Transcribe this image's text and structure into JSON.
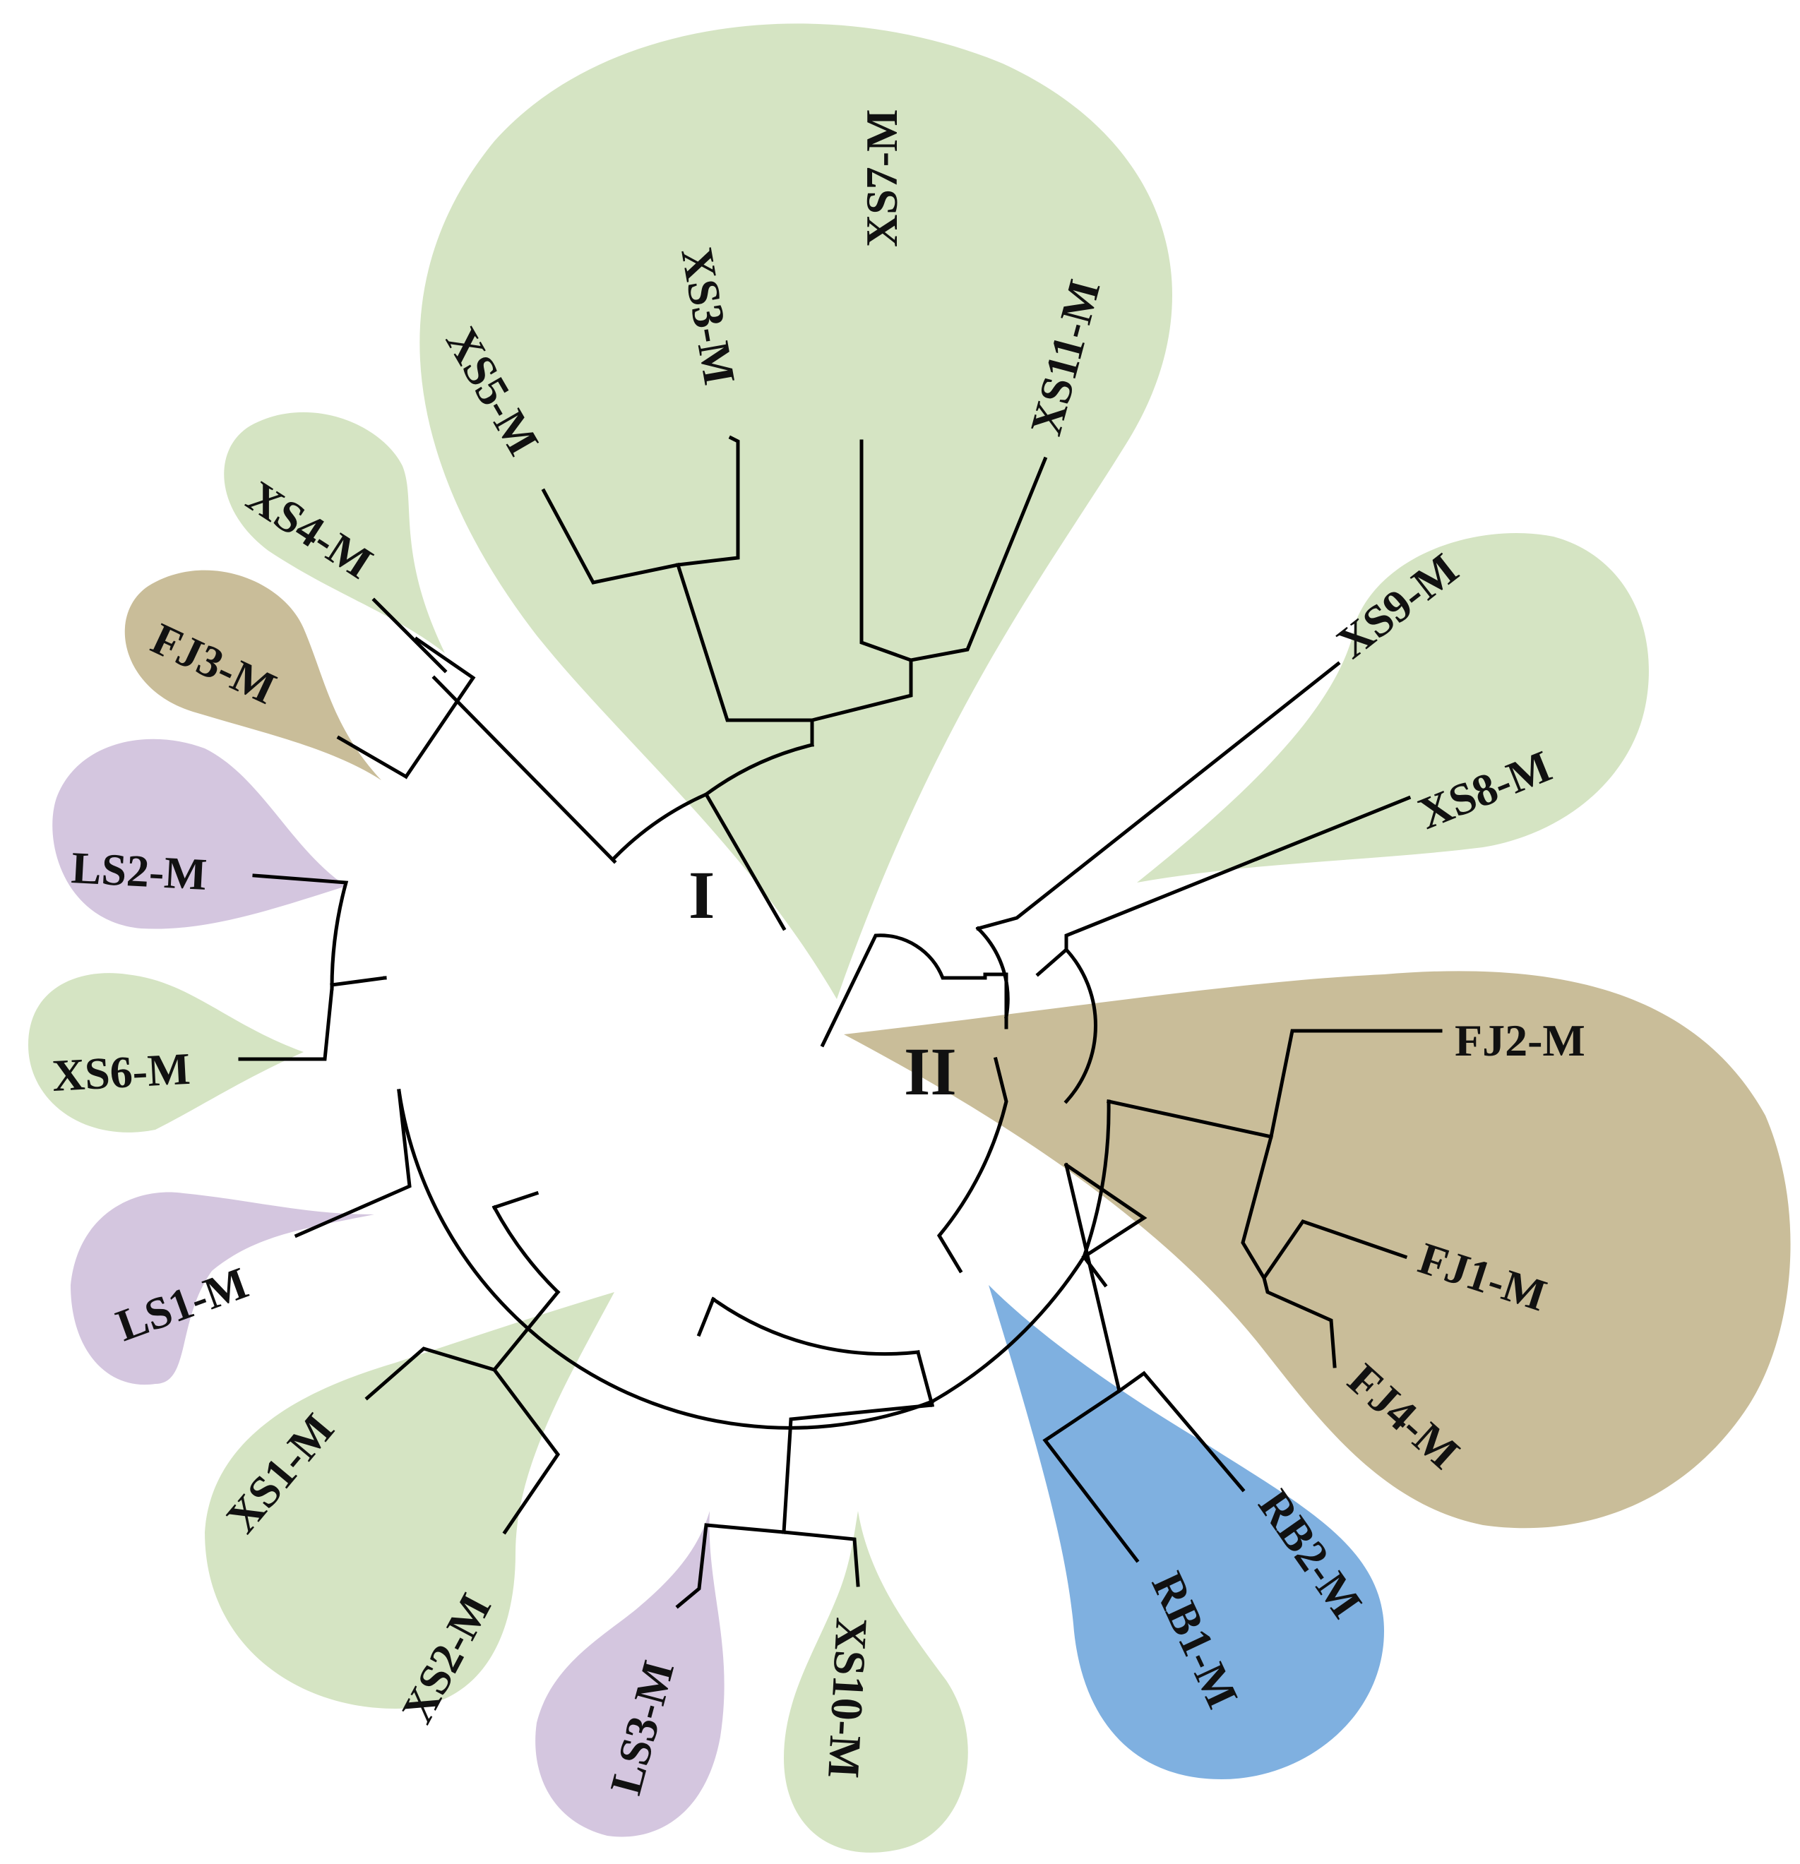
{
  "colors": {
    "green": "#d5e4c3",
    "tan": "#c9bd99",
    "purple": "#d4c6df",
    "blue": "#7fb0e0",
    "branch": "#000000"
  },
  "clades": {
    "I": "I",
    "II": "II"
  },
  "leaves": {
    "XS5": "XS5-M",
    "XS3": "XS3-M",
    "XS7": "XS7-M",
    "XS11": "XS11-M",
    "XS4": "XS4-M",
    "FJ3": "FJ3-M",
    "LS2": "LS2-M",
    "XS6": "XS6-M",
    "LS1": "LS1-M",
    "XS1": "XS1-M",
    "XS2": "XS2-M",
    "LS3": "LS3-M",
    "XS10": "XS10-M",
    "RB1": "RB1-M",
    "RB2": "RB2-M",
    "FJ4": "FJ4-M",
    "FJ1": "FJ1-M",
    "FJ2": "FJ2-M",
    "XS8": "XS8-M",
    "XS9": "XS9-M"
  }
}
